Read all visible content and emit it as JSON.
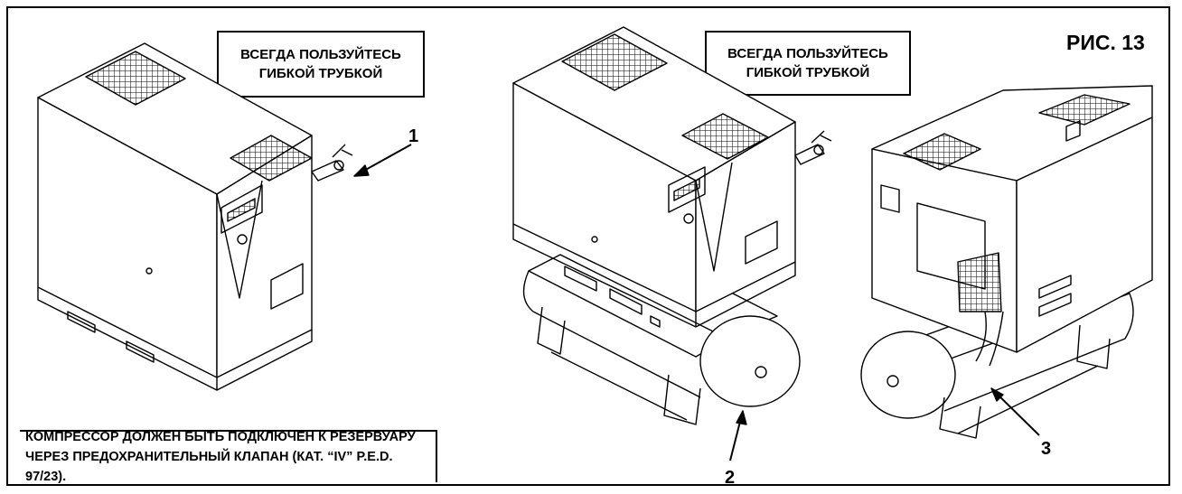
{
  "figure": {
    "title": "РИС. 13"
  },
  "notes": {
    "left_line1": "ВСЕГДА ПОЛЬЗУЙТЕСЬ",
    "left_line2": "ГИБКОЙ ТРУБКОЙ",
    "mid_line1": "ВСЕГДА ПОЛЬЗУЙТЕСЬ",
    "mid_line2": "ГИБКОЙ ТРУБКОЙ",
    "bottom_line1": "КОМПРЕССОР ДОЛЖЕН БЫТЬ ПОДКЛЮЧЕН К РЕЗЕРВУАРУ",
    "bottom_line2": "ЧЕРЕЗ ПРЕДОХРАНИТЕЛЬНЫЙ КЛАПАН (КАТ. “IV” P.E.D. 97/23)."
  },
  "callouts": {
    "c1": "1",
    "c2": "2",
    "c3": "3"
  }
}
